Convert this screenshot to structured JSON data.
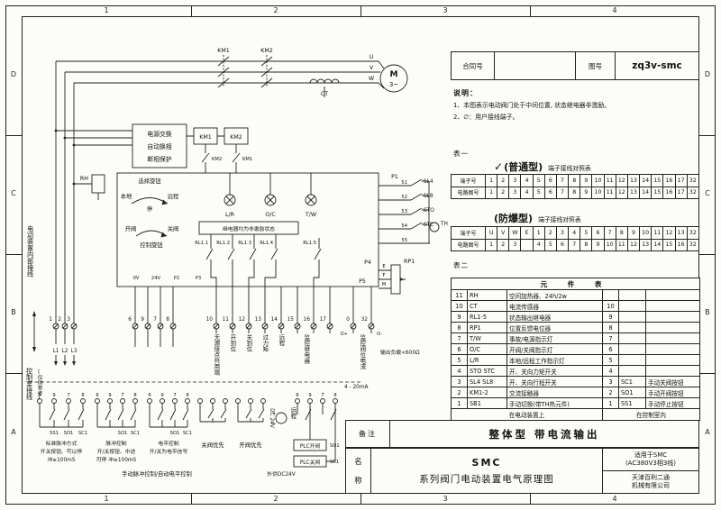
{
  "grid": {
    "cols": [
      "1",
      "2",
      "3",
      "4"
    ],
    "rows": [
      "D",
      "C",
      "B",
      "A"
    ]
  },
  "title_block": {
    "contract_label": "合同号",
    "drawing_no_label": "图号",
    "drawing_no": "zq3v-smc"
  },
  "notes": {
    "title": "说明：",
    "line1": "1、本图表示电动阀门处于中间位置, 状态继电器非激励。",
    "line2": "2、∅：用户接线端子。"
  },
  "table1": {
    "label": "表一",
    "ordinary": {
      "check": "✓",
      "name": "(普通型)",
      "subtitle": "端子接线对照表",
      "row1_label": "端子号",
      "row2_label": "电路图号",
      "terminals": [
        "1",
        "2",
        "3",
        "4",
        "5",
        "6",
        "7",
        "8",
        "9",
        "10",
        "11",
        "12",
        "13",
        "14",
        "15",
        "16",
        "17",
        "32"
      ],
      "circuit_nos": [
        "1",
        "2",
        "3",
        "4",
        "5",
        "6",
        "7",
        "8",
        "9",
        "10",
        "11",
        "12",
        "13",
        "14",
        "15",
        "16",
        "17",
        "32"
      ]
    },
    "explosion": {
      "name": "(防爆型)",
      "subtitle": "端子接线对照表",
      "row1_label": "端子号",
      "row2_label": "电路图号",
      "terminals": [
        "U",
        "V",
        "W",
        "E",
        "1",
        "2",
        "3",
        "4",
        "5",
        "6",
        "7",
        "8",
        "9",
        "10",
        "11",
        "12",
        "13",
        "32"
      ],
      "circuit_nos": [
        "1",
        "2",
        "3",
        "",
        "4",
        "5",
        "6",
        "7",
        "8",
        "9",
        "10",
        "11",
        "12",
        "13",
        "14",
        "15",
        "16",
        "32"
      ]
    }
  },
  "table2": {
    "label": "表二",
    "title": "元 件 表",
    "rows": [
      {
        "no": "11",
        "code": "RH",
        "name": "空间加热器、24h/2w",
        "no2": "",
        "code2": "",
        "name2": ""
      },
      {
        "no": "10",
        "code": "CT",
        "name": "电流传感器",
        "no2": "10",
        "code2": "",
        "name2": ""
      },
      {
        "no": "9",
        "code": "RL1-5",
        "name": "状态输出继电器",
        "no2": "9",
        "code2": "",
        "name2": ""
      },
      {
        "no": "8",
        "code": "RP1",
        "name": "位置反馈电位器",
        "no2": "8",
        "code2": "",
        "name2": ""
      },
      {
        "no": "7",
        "code": "T/W",
        "name": "事故/电源指示灯",
        "no2": "7",
        "code2": "",
        "name2": ""
      },
      {
        "no": "6",
        "code": "O/C",
        "name": "开阀/关阀指示灯",
        "no2": "6",
        "code2": "",
        "name2": ""
      },
      {
        "no": "5",
        "code": "L/R",
        "name": "本地/远程工作指示灯",
        "no2": "5",
        "code2": "",
        "name2": ""
      },
      {
        "no": "4",
        "code": "STO STC",
        "name": "开、关向力矩开关",
        "no2": "4",
        "code2": "",
        "name2": ""
      },
      {
        "no": "3",
        "code": "SL4 SL8",
        "name": "开、关向行程开关",
        "no2": "3",
        "code2": "SC1",
        "name2": "手动关阀按钮"
      },
      {
        "no": "2",
        "code": "KM1-2",
        "name": "交流接触器",
        "no2": "2",
        "code2": "SO1",
        "name2": "手动开阀按钮"
      },
      {
        "no": "1",
        "code": "SB1",
        "name": "手动切换(带TH热元件)",
        "no2": "1",
        "code2": "SS1",
        "name2": "手动停止按钮"
      }
    ],
    "footer_left": "在电动装置上",
    "footer_right": "在控制室内"
  },
  "remarks": {
    "label": "备注",
    "value": "整体型  带电流输出"
  },
  "name_block": {
    "label_top": "名",
    "label_bottom": "称",
    "line1": "SMC",
    "line2": "系列阀门电动装置电气原理图",
    "apply1": "适用于SMC",
    "apply2": "(AC380V3相3线)",
    "company1": "天津百利二通",
    "company2": "机械有限公司"
  },
  "circuit": {
    "km1": "KM1",
    "km2": "KM2",
    "u": "U",
    "v": "V",
    "w": "W",
    "motor": "M",
    "motor_sub": "3~",
    "ct": "CT",
    "power_box_1": "电源交换",
    "power_box_2": "自动换相",
    "power_box_3": "断相保护",
    "km1_coil": "KM1",
    "km2_coil": "KM2",
    "km1_aux": "KM1",
    "km2_aux": "KM2",
    "rh": "RH",
    "p1": "P1",
    "p2": "P2",
    "p3": "P3",
    "p4": "P4",
    "p5": "P5",
    "selector": "选择旋钮",
    "local": "本地",
    "remote": "远程",
    "stop": "停",
    "lamp_lr": "L/R",
    "lamp_oc": "O/C",
    "lamp_tw": "T/W",
    "open_label": "开阀",
    "close_label": "关阀",
    "control_knob": "控制旋钮",
    "relay_box": "继电器均为非激励状态",
    "relays": [
      "RL1.1",
      "RL1.2",
      "RL1.3",
      "RL1.4",
      "RL1.5"
    ],
    "p1_pins": [
      "51",
      "52",
      "53",
      "54",
      "55"
    ],
    "sl4": "SL4",
    "sl8": "SL8",
    "sto": "STO",
    "stc": "STC",
    "th": "TH",
    "v0": "0V",
    "v24": "24V",
    "rp1": "RP1",
    "rp_pins": [
      "E",
      "F",
      "M"
    ],
    "term_left": [
      "1",
      "2",
      "3"
    ],
    "phases": [
      "L1",
      "L2",
      "L3"
    ],
    "term_ctrl": [
      "6",
      "9",
      "7",
      "8"
    ],
    "term_status": [
      "10",
      "11",
      "12",
      "13",
      "14",
      "15",
      "16",
      "17"
    ],
    "term_out": [
      "0",
      "32"
    ],
    "out_plus": "O+",
    "out_minus": "O-",
    "load_note": "输出负载<600Ω",
    "ma_note": "4 - 20mA",
    "vert_common": "无源接点共用端",
    "vert_open": "开到位",
    "vert_close": "关到位",
    "vert_torque": "过力矩",
    "vert_remote": "远程",
    "vert_relay": "监控继电器",
    "vert_current": "监控阀位电流",
    "margin_internal": "电动装置内部接线",
    "margin_ctrl": "控制室接线",
    "margin_ref": "(仅供参考)",
    "g1_l1": "SS1",
    "g1_l2": "SO1",
    "g1_l3": "SC1",
    "g1_d1": "标准脉冲方式",
    "g1_d2": "开关按钮、可以停",
    "g1_d3": "冲≥100mS",
    "g2_l1": "SO1",
    "g2_l2": "SC1",
    "g2_d1": "脉冲控制",
    "g2_d2": "开/关按钮、中途",
    "g2_d3": "可停 冲≥100mS",
    "g3_l1": "SO1",
    "g3_l2": "SC1",
    "g3_d1": "电平控制",
    "g3_d2": "开/关为电平信号",
    "close_priority": "关阀优先",
    "open_priority": "开阀优先",
    "dc24": "DC 24V",
    "dc_plus": "+",
    "dc_minus": "−",
    "ext_dc24": "外供DC24V",
    "manual_note": "手动脉冲控制/自动电平控制",
    "plc_open": "PLC开阀",
    "plc_close": "PLC关阀",
    "plc_remote": "远程",
    "plc_l1": "SO1",
    "plc_l2": "SC1"
  }
}
